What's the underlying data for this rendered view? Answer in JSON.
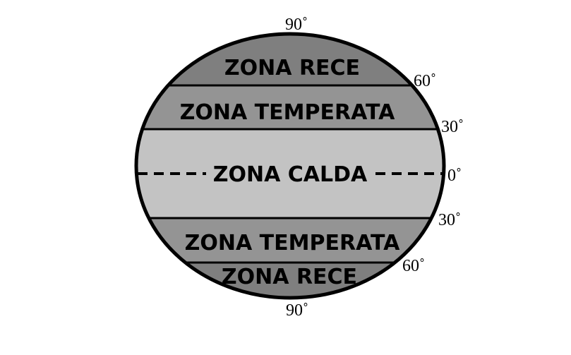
{
  "zones": {
    "north_cold": "ZONA RECE",
    "north_temperate": "ZONA TEMPERATA",
    "hot": "ZONA CALDA",
    "south_temperate": "ZONA TEMPERATA",
    "south_cold": "ZONA RECE"
  },
  "latitudes": {
    "north_90": "90˚",
    "north_60": "60˚",
    "north_30": "30˚",
    "equator": "0˚",
    "south_30": "30˚",
    "south_60": "60˚",
    "south_90": "90˚"
  },
  "colors": {
    "cold": "#7f7f7f",
    "temperate": "#949494",
    "hot": "#c3c3c3"
  }
}
